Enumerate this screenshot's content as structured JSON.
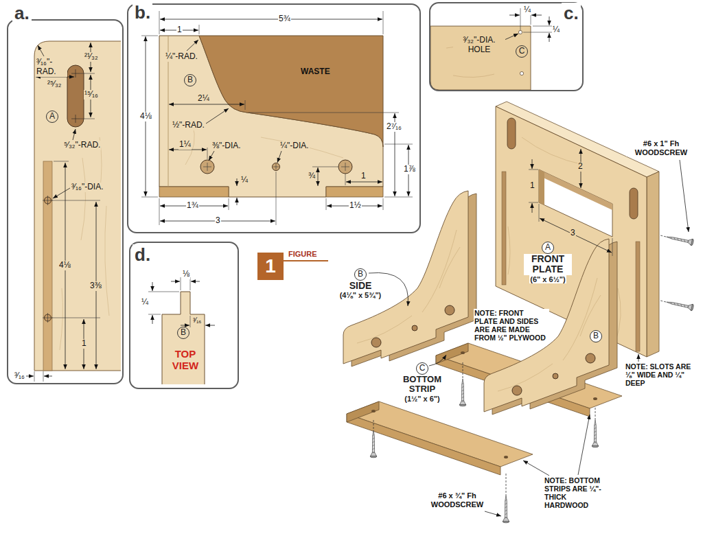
{
  "diagram": {
    "nodes": [
      {
        "text": [
          "a."
        ]
      },
      {
        "text": [
          "A"
        ],
        "in": 0
      },
      {
        "text": [
          "b."
        ]
      },
      {
        "text": [
          "B"
        ],
        "in": 2
      },
      {
        "text": [
          "c."
        ]
      },
      {
        "text": [
          "C"
        ],
        "in": 4
      },
      {
        "text": [
          "d."
        ]
      },
      {
        "text": [
          "B"
        ],
        "in": 6
      },
      {
        "text": [
          "1",
          "FIGURE"
        ]
      },
      {
        "text": [
          "B",
          "SIDE",
          "(4⅛\" x 5¾\")"
        ]
      },
      {
        "text": [
          "A",
          "FRONT PLATE",
          "(6\" x 6½\")"
        ]
      },
      {
        "text": [
          "C",
          "BOTTOM STRIP",
          "(1½\" x 6\")"
        ]
      },
      {
        "text": [
          "B"
        ]
      }
    ],
    "labels": [
      "³⁄₁₆\"-RAD.",
      "²¹⁄₃₂",
      "²⁵⁄₃₂",
      "¹⁵⁄₁₆",
      "⁵⁄₃₂\"-RAD.",
      "³⁄₁₆\"-DIA.",
      "4⅛",
      "3⅜",
      "1",
      "³⁄₁₆",
      "1",
      "5¾",
      "¼\"-RAD.",
      "WASTE",
      "4⅛",
      "2¼",
      "½\"-RAD.",
      "2⁷⁄₁₆",
      "1¼",
      "⅜\"-DIA.",
      "¼\"-DIA.",
      "1⅞",
      "¾",
      "1",
      "¼",
      "1¾",
      "3",
      "1½",
      "¼",
      "¼",
      "³⁄₃₂\"-DIA. HOLE",
      "⅛",
      "¼",
      "³⁄₁₆",
      "TOP VIEW",
      "#6 x 1\" Fh WOODSCREW",
      "2",
      "1",
      "3",
      "NOTE: FRONT PLATE AND SIDES ARE ARE MADE FROM ½\" PLYWOOD",
      "NOTE: SLOTS ARE ⅛\" WIDE AND ¼\" DEEP",
      "NOTE: BOTTOM STRIPS ARE ¼\"-THICK HARDWOOD",
      "#6 x ¾\" Fh WOODSCREW"
    ]
  }
}
